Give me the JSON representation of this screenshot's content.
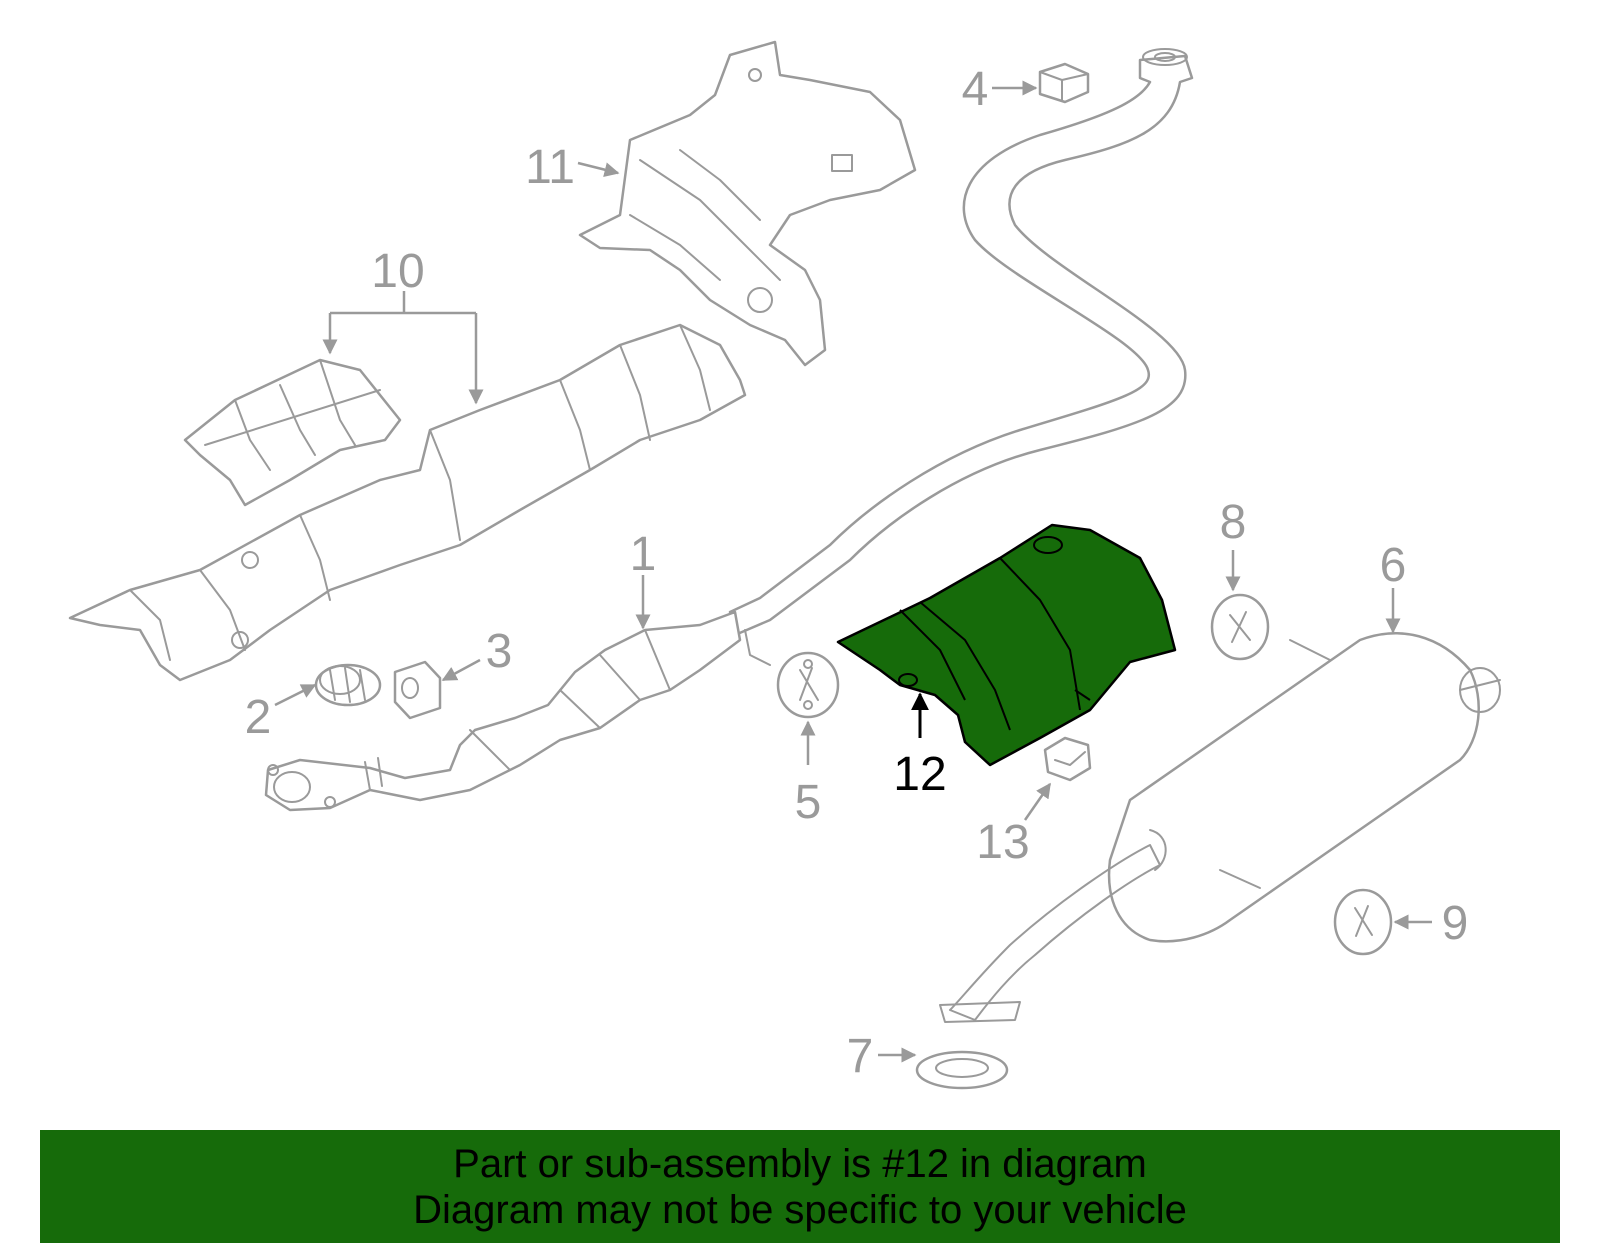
{
  "callouts": {
    "c1": "1",
    "c2": "2",
    "c3": "3",
    "c4": "4",
    "c5": "5",
    "c6": "6",
    "c7": "7",
    "c8": "8",
    "c9": "9",
    "c10": "10",
    "c11": "11",
    "c12": "12",
    "c13": "13"
  },
  "highlight": {
    "part_number": "12",
    "fill_color": "#166b0a"
  },
  "colors": {
    "line_art": "#9a9a9a",
    "banner_background": "#166b0a",
    "banner_text": "#000000"
  },
  "banner": {
    "line1": "Part or sub-assembly is #12 in diagram",
    "line2": "Diagram may not be specific to your vehicle"
  }
}
